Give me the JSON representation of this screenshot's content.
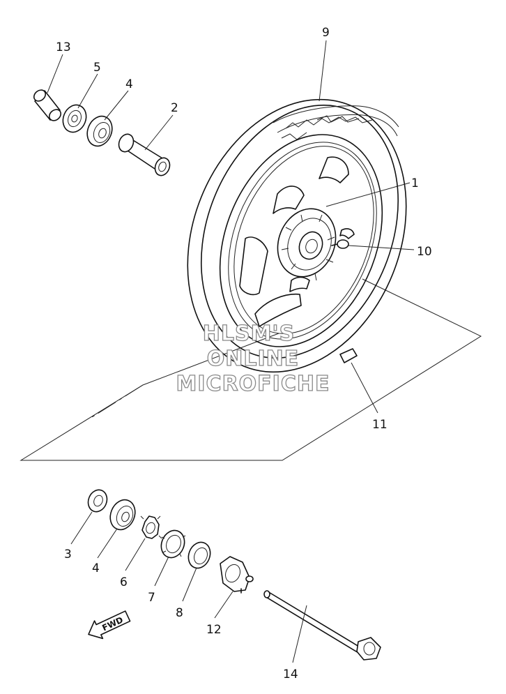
{
  "callouts": {
    "c1": "1",
    "c2": "2",
    "c3": "3",
    "c4a": "4",
    "c4b": "4",
    "c5": "5",
    "c6": "6",
    "c7": "7",
    "c8": "8",
    "c9": "9",
    "c10": "10",
    "c11": "11",
    "c12": "12",
    "c13": "13",
    "c14": "14"
  },
  "watermark": {
    "line1": "HLSM'S",
    "line2": "ONLINE",
    "line3": "MICROFICHE"
  },
  "direction_marker": "FWD",
  "colors": {
    "ink": "#111111",
    "watermark": "#8a8a8a",
    "background": "#ffffff"
  }
}
